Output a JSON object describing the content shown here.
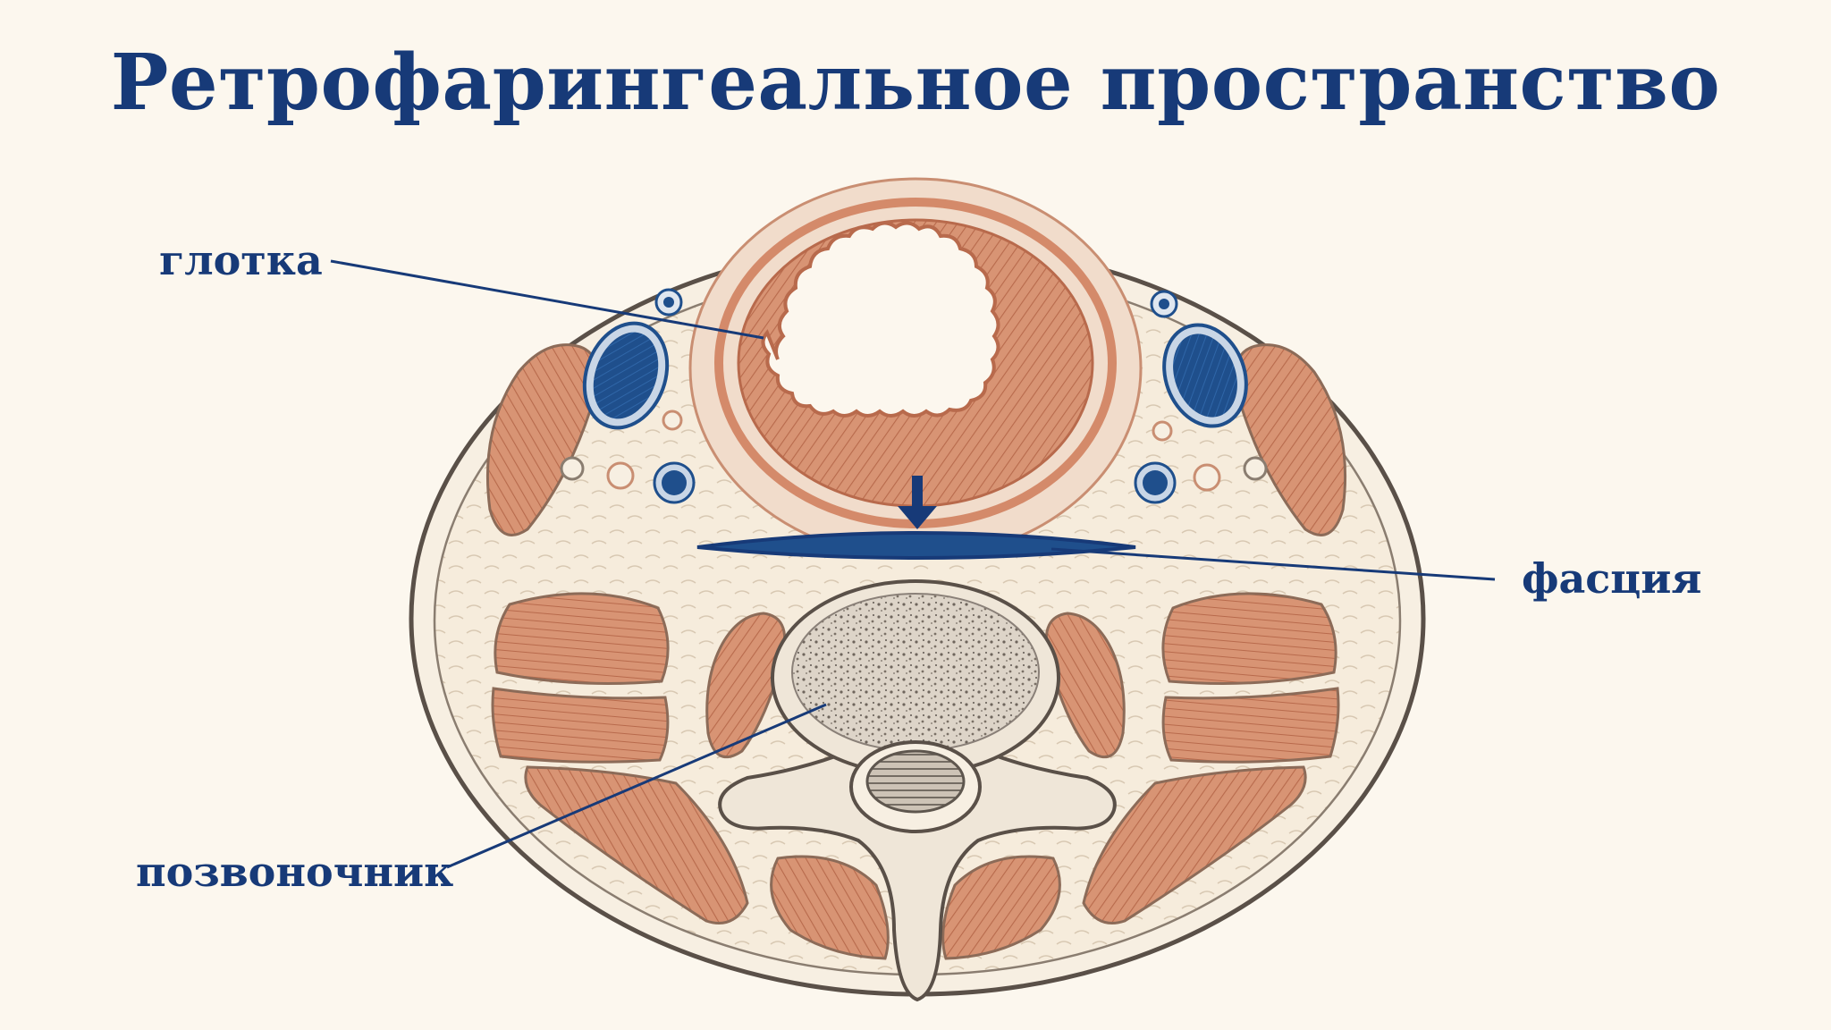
{
  "title": "Ретрофарингеальное пространство",
  "labels": {
    "pharynx": "глотка",
    "fascia": "фасция",
    "spine": "позвоночник"
  },
  "colors": {
    "background": "#fcf7ee",
    "accent": "#173a78",
    "muscle": "#d48a6a",
    "muscle_line": "#b86a4c",
    "outline": "#5a5048",
    "vessel": "#1f4f8c",
    "bone": "#8a8078"
  }
}
